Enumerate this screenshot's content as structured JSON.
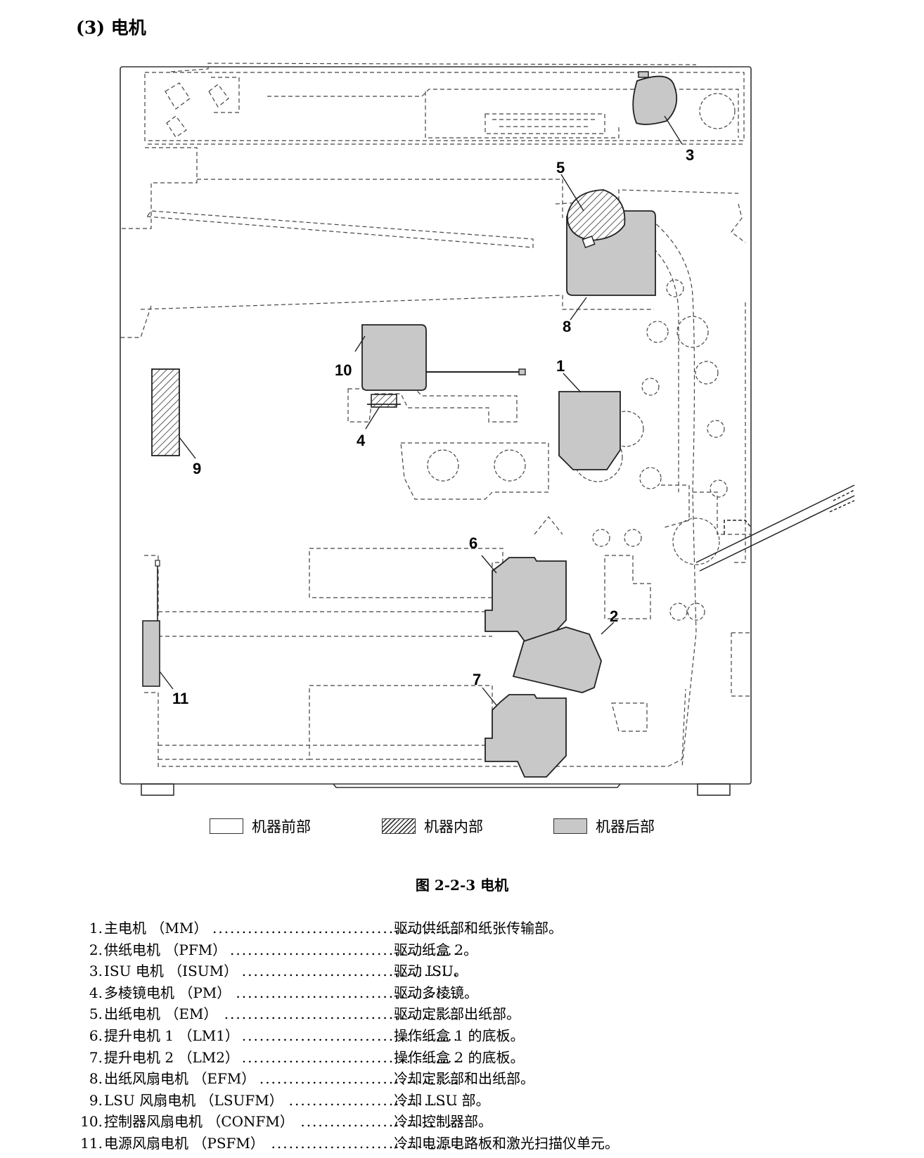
{
  "section_title": "(3) 电机",
  "callouts": [
    "1",
    "2",
    "3",
    "4",
    "5",
    "6",
    "7",
    "8",
    "9",
    "10",
    "11"
  ],
  "legend": [
    {
      "label": "机器前部",
      "pattern": "white"
    },
    {
      "label": "机器内部",
      "pattern": "hatched"
    },
    {
      "label": "机器后部",
      "pattern": "gray"
    }
  ],
  "colors": {
    "rear_fill": "#c8c8c8",
    "line": "#333333"
  },
  "figure_caption": "图 2-2-3  电机",
  "parts": [
    {
      "num": "1.",
      "name": "主电机 （MM）",
      "desc": "驱动供纸部和纸张传输部。"
    },
    {
      "num": "2.",
      "name": "供纸电机 （PFM）",
      "desc": "驱动纸盒 2。"
    },
    {
      "num": "3.",
      "name": "ISU 电机 （ISUM）",
      "desc": "驱动 ISU。"
    },
    {
      "num": "4.",
      "name": "多棱镜电机 （PM）",
      "desc": "驱动多棱镜。"
    },
    {
      "num": "5.",
      "name": "出纸电机 （EM）",
      "desc": "驱动定影部出纸部。"
    },
    {
      "num": "6.",
      "name": "提升电机 1 （LM1）",
      "desc": "操作纸盒 1 的底板。"
    },
    {
      "num": "7.",
      "name": "提升电机 2 （LM2）",
      "desc": "操作纸盒 2 的底板。"
    },
    {
      "num": "8.",
      "name": "出纸风扇电机 （EFM）",
      "desc": "冷却定影部和出纸部。"
    },
    {
      "num": "9.",
      "name": "LSU 风扇电机 （LSUFM）",
      "desc": "冷却 LSU 部。"
    },
    {
      "num": "10.",
      "name": "控制器风扇电机 （CONFM）",
      "desc": "冷却控制器部。"
    },
    {
      "num": "11.",
      "name": "电源风扇电机 （PSFM）",
      "desc": "冷却电源电路板和激光扫描仪单元。"
    }
  ]
}
